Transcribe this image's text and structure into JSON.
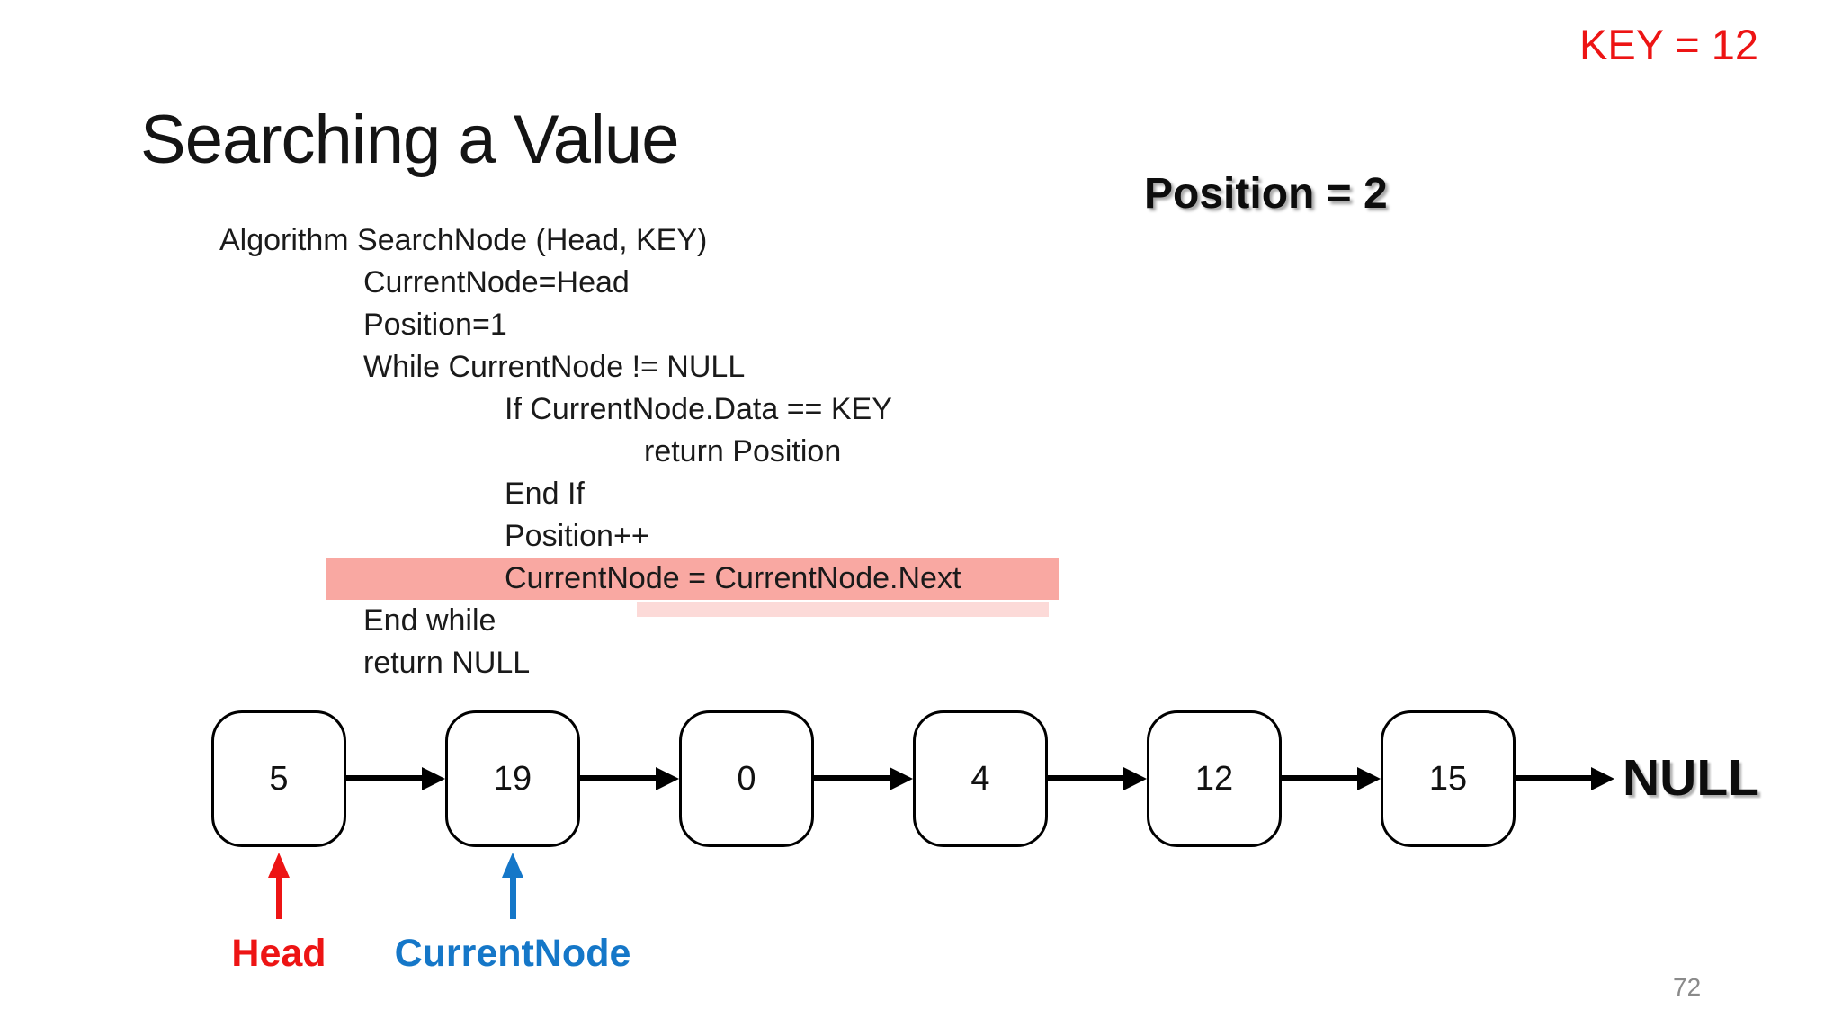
{
  "slide": {
    "key_label": "KEY = 12",
    "title": "Searching a Value",
    "position_label": "Position = 2",
    "page_number": "72"
  },
  "code": {
    "lines": [
      {
        "text": "Algorithm SearchNode (Head, KEY)",
        "indent": 0,
        "highlight": false
      },
      {
        "text": "CurrentNode=Head",
        "indent": 1,
        "highlight": false
      },
      {
        "text": "Position=1",
        "indent": 1,
        "highlight": false
      },
      {
        "text": "While CurrentNode != NULL",
        "indent": 1,
        "highlight": false
      },
      {
        "text": "If CurrentNode.Data == KEY",
        "indent": 2,
        "highlight": false
      },
      {
        "text": "return Position",
        "indent": 3,
        "highlight": false
      },
      {
        "text": "End If",
        "indent": 2,
        "highlight": false
      },
      {
        "text": "Position++",
        "indent": 2,
        "highlight": false
      },
      {
        "text": "CurrentNode = CurrentNode.Next",
        "indent": 2,
        "highlight": true
      },
      {
        "text": "End while",
        "indent": 1,
        "highlight": false
      },
      {
        "text": "return NULL",
        "indent": 1,
        "highlight": false
      }
    ]
  },
  "linked_list": {
    "nodes": [
      "5",
      "19",
      "0",
      "4",
      "12",
      "15"
    ],
    "terminator": "NULL",
    "pointers": [
      {
        "label": "Head",
        "node_index": 0,
        "color_key": "accent_red"
      },
      {
        "label": "CurrentNode",
        "node_index": 1,
        "color_key": "accent_blue"
      }
    ]
  },
  "colors": {
    "accent_red": "#ED1414",
    "accent_blue": "#1577C8",
    "highlight_pink": "#F9A8A2",
    "page_number_gray": "#8A8A8A"
  }
}
